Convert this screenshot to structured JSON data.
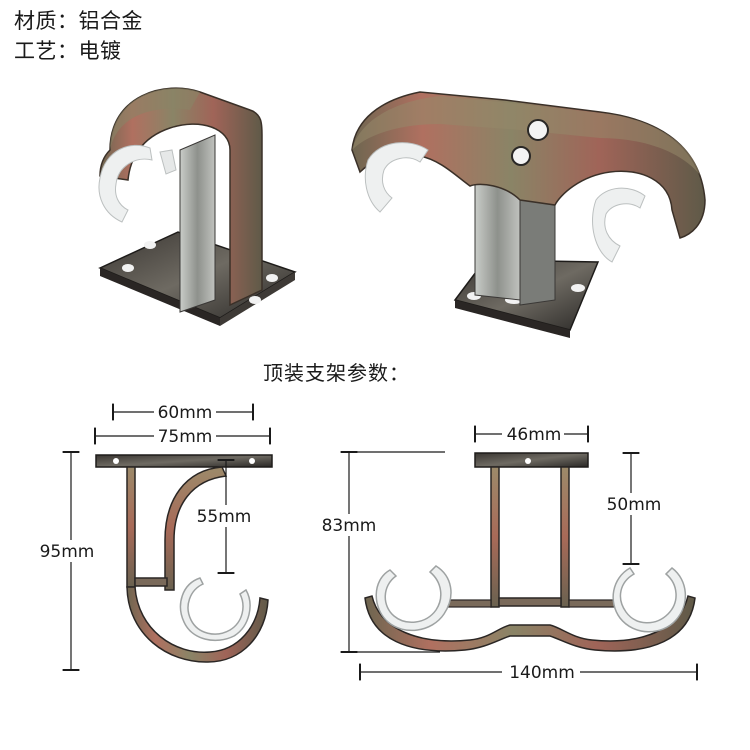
{
  "specs": {
    "material": "材质：铝合金",
    "process": "工艺：电镀"
  },
  "section_title": "顶装支架参数：",
  "single_bracket": {
    "width_inner": "60mm",
    "width_outer": "75mm",
    "height_total": "95mm",
    "height_arm": "55mm"
  },
  "double_bracket": {
    "top_width": "46mm",
    "height_total": "83mm",
    "height_arm": "50mm",
    "width_total": "140mm"
  },
  "colors": {
    "bronze": "#8a6a4a",
    "copper": "#a35a48",
    "dark": "#2c2a28",
    "clip": "#eceeee"
  }
}
